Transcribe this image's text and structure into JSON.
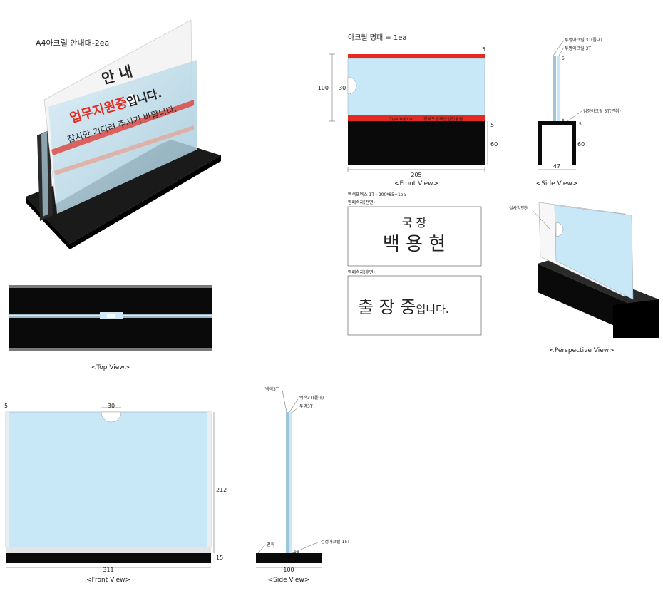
{
  "left_title": "A4아크릴 안내대-2ea",
  "right_title": "아크릴 명패 = 1ea",
  "sign": {
    "heading": "안    내",
    "line_red": "업무지원중",
    "line_red_suffix": "입니다.",
    "line_grey": "잠시만 기다려 주시기 바랍니다."
  },
  "nameplate": {
    "brand_small": "Gyeongbuk",
    "strip_text": "경북도경제산업진흥원",
    "dims": {
      "v_total": "100",
      "notch": "30",
      "top": "5",
      "base_h": "60",
      "width": "205"
    },
    "front_caption": "<Front View>",
    "side_caption": "<Side View>",
    "side_labels": {
      "a": "투명아크릴 3T(폴대)",
      "b": "투명아크릴 3T",
      "c": "검정아크릴 5T(면취)",
      "d5": "5",
      "d5b": "5",
      "d5c": "5",
      "d60": "60",
      "d47": "47"
    },
    "board_spec": "백색포멕스 1T : 200*85=1ea",
    "front_label": "명패속지(전면)",
    "back_label": "명패속지(후면)",
    "card_front_line1": "국 장",
    "card_front_line2": "백 용 현",
    "card_back_big": "출 장 중",
    "card_back_small": "입니다.",
    "persp_note": "실사양면형",
    "persp_caption": "<Perspective View>"
  },
  "top_view_caption": "<Top View>",
  "front_a4": {
    "caption": "<Front View>",
    "d_notch": "30",
    "d_side": "5",
    "d_height": "212",
    "d_base": "15",
    "d_width": "311"
  },
  "side_a4": {
    "caption": "<Side View>",
    "l1": "백색3T",
    "l2": "백색3T(폴대)",
    "l3": "투명3T",
    "l4": "면취",
    "l5": "검정아크릴 15T",
    "d15": "15",
    "d100": "100"
  },
  "colors": {
    "accent_red": "#e32b22",
    "acrylic": "#c9e8f7",
    "black": "#0a0a0a"
  }
}
